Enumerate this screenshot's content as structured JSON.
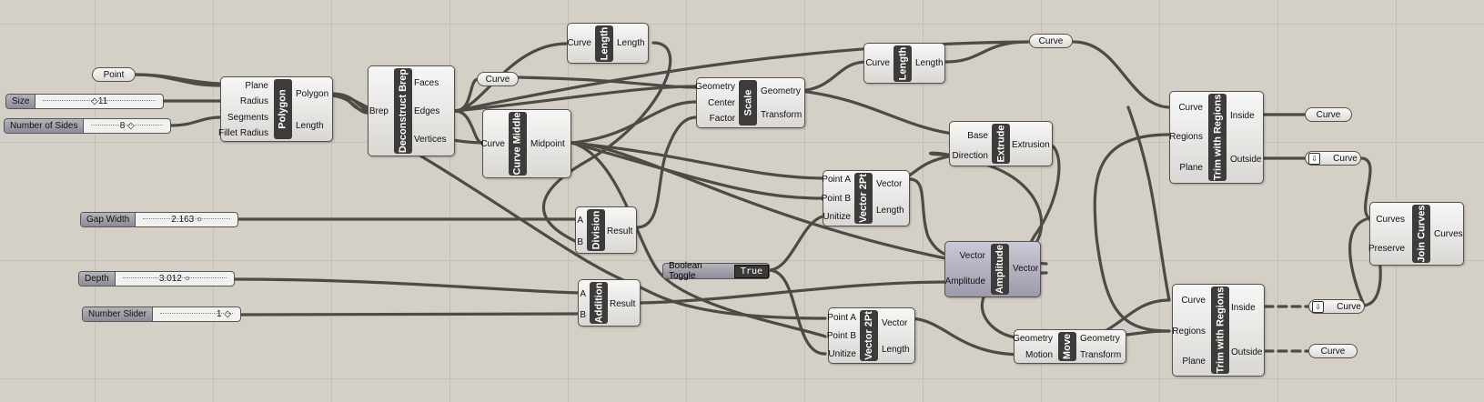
{
  "nodes": {
    "point": "Point",
    "curve_mid": "Curve",
    "curve_top": "Curve",
    "curve_in": "Curve",
    "curve_out": "Curve",
    "curve_in2": "Curve",
    "curve_out2": "Curve",
    "size": {
      "label": "Size",
      "value": "11"
    },
    "sides": {
      "label": "Number of Sides",
      "value": "8"
    },
    "gap": {
      "label": "Gap Width",
      "value": "2.163"
    },
    "depth": {
      "label": "Depth",
      "value": "3.012"
    },
    "numslider": {
      "label": "Number Slider",
      "value": "1"
    },
    "toggle": {
      "label": "Boolean Toggle",
      "value": "True"
    },
    "polygon": {
      "title": "Polygon",
      "inputs": [
        "Plane",
        "Radius",
        "Segments",
        "Fillet Radius"
      ],
      "outputs": [
        "Polygon",
        "Length"
      ]
    },
    "deconstruct": {
      "title": "Deconstruct Brep",
      "inputs": [
        "Brep"
      ],
      "outputs": [
        "Faces",
        "Edges",
        "Vertices"
      ]
    },
    "length1": {
      "title": "Length",
      "inputs": [
        "Curve"
      ],
      "outputs": [
        "Length"
      ]
    },
    "curvemiddle": {
      "title": "Curve Middle",
      "inputs": [
        "Curve"
      ],
      "outputs": [
        "Midpoint"
      ]
    },
    "scale": {
      "title": "Scale",
      "inputs": [
        "Geometry",
        "Center",
        "Factor"
      ],
      "outputs": [
        "Geometry",
        "Transform"
      ]
    },
    "length2": {
      "title": "Length",
      "inputs": [
        "Curve"
      ],
      "outputs": [
        "Length"
      ]
    },
    "extrude": {
      "title": "Extrude",
      "inputs": [
        "Base",
        "Direction"
      ],
      "outputs": [
        "Extrusion"
      ]
    },
    "trim1": {
      "title": "Trim with Regions",
      "inputs": [
        "Curve",
        "Regions",
        "Plane"
      ],
      "outputs": [
        "Inside",
        "Outside"
      ]
    },
    "vector1": {
      "title": "Vector 2Pt",
      "inputs": [
        "Point A",
        "Point B",
        "Unitize"
      ],
      "outputs": [
        "Vector",
        "Length"
      ]
    },
    "division": {
      "title": "Division",
      "inputs": [
        "A",
        "B"
      ],
      "outputs": [
        "Result"
      ]
    },
    "addition": {
      "title": "Addition",
      "inputs": [
        "A",
        "B"
      ],
      "outputs": [
        "Result"
      ]
    },
    "amplitude": {
      "title": "Amplitude",
      "inputs": [
        "Vector",
        "Amplitude"
      ],
      "outputs": [
        "Vector"
      ]
    },
    "vector2": {
      "title": "Vector 2Pt",
      "inputs": [
        "Point A",
        "Point B",
        "Unitize"
      ],
      "outputs": [
        "Vector",
        "Length"
      ]
    },
    "move": {
      "title": "Move",
      "inputs": [
        "Geometry",
        "Motion"
      ],
      "outputs": [
        "Geometry",
        "Transform"
      ]
    },
    "trim2": {
      "title": "Trim with Regions",
      "inputs": [
        "Curve",
        "Regions",
        "Plane"
      ],
      "outputs": [
        "Inside",
        "Outside"
      ]
    },
    "joincurves": {
      "title": "Join Curves",
      "inputs": [
        "Curves",
        "Preserve"
      ],
      "outputs": [
        "Curves"
      ]
    }
  },
  "icons": {
    "down_arrow": "⇩"
  }
}
